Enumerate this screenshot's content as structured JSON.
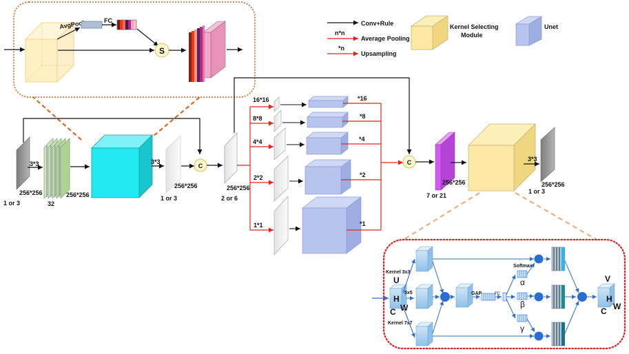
{
  "colors": {
    "ksm_fill": "#fde9a4",
    "unet_fill": "#b6c4ee",
    "cyan_block": "#22eaf2",
    "magenta_block": "#d15bf0",
    "red_arrow": "#e8231c",
    "orange_dash": "#e05a14",
    "peach_dash": "#f0a878",
    "red_dot": "#dc1e1e",
    "blue_arrow": "#2a6fcf"
  },
  "legend": {
    "conv": "Conv+Rule",
    "pool_sym": "n*n",
    "pool": "Average Pooling",
    "up_sym": "*n",
    "up": "Upsampling",
    "ksm_line1": "Kernel Selecting",
    "ksm_line2": "Module",
    "unet": "Unet"
  },
  "top_inset": {
    "avgpool": "AvgPool",
    "fc": "FC",
    "s": "S"
  },
  "main": {
    "in_ch": "1 or 3",
    "in_size": "256*256",
    "conv1": "3*3",
    "green_ch": "32",
    "green_size": "256*256",
    "cyan_conv": "3*3",
    "gray2_ch": "1 or 3",
    "gray2_size": "256*256",
    "c1": "C",
    "gray3_ch": "2 or 6",
    "gray3_size": "256*256",
    "pools": [
      "16*16",
      "8*8",
      "4*4",
      "2*2",
      "1*1"
    ],
    "ups": [
      "*16",
      "*8",
      "*4",
      "*2",
      "*1"
    ],
    "c2": "C",
    "mag_ch": "7 or 21",
    "mag_size": "256*256",
    "out_conv": "3*3",
    "out_ch": "1 or 3",
    "out_size": "256*256"
  },
  "bottom_inset": {
    "u": "U",
    "h_in": "H",
    "w_in": "W",
    "c_in": "C",
    "k3": "Kernel 3x3",
    "k5": "5x5",
    "k7": "Kernel 7x7",
    "gap": "GAP",
    "fc": "FC",
    "softmax": "Softmax",
    "alpha": "α",
    "beta": "β",
    "gamma": "γ",
    "v": "V",
    "h_out": "H",
    "w_out": "W",
    "c_out": "C"
  }
}
